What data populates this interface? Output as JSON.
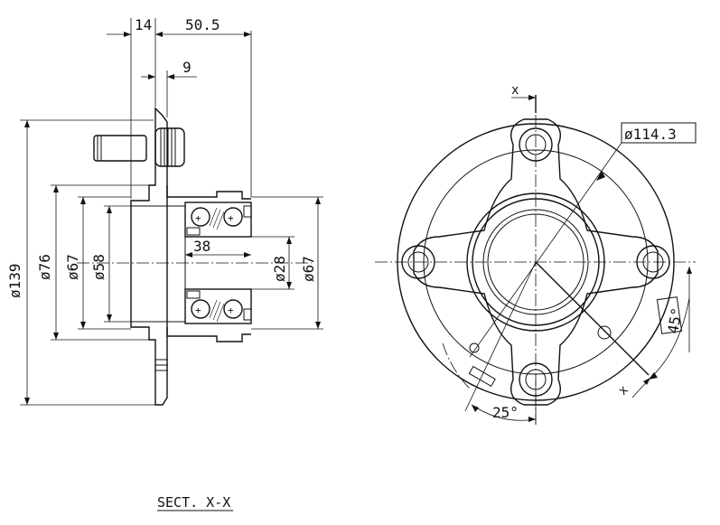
{
  "dimensions": {
    "top_14": "14",
    "top_50_5": "50.5",
    "top_9": "9",
    "dia_139": "ø139",
    "dia_76": "ø76",
    "dia_67_left": "ø67",
    "dia_58": "ø58",
    "len_38": "38",
    "dia_28": "ø28",
    "dia_67_right": "ø67",
    "pcd": "ø114.3",
    "angle_45": "45°",
    "angle_25": "25°"
  },
  "section": {
    "marker_top": "x",
    "marker_bottom": "x",
    "title": "SECT. X-X"
  }
}
